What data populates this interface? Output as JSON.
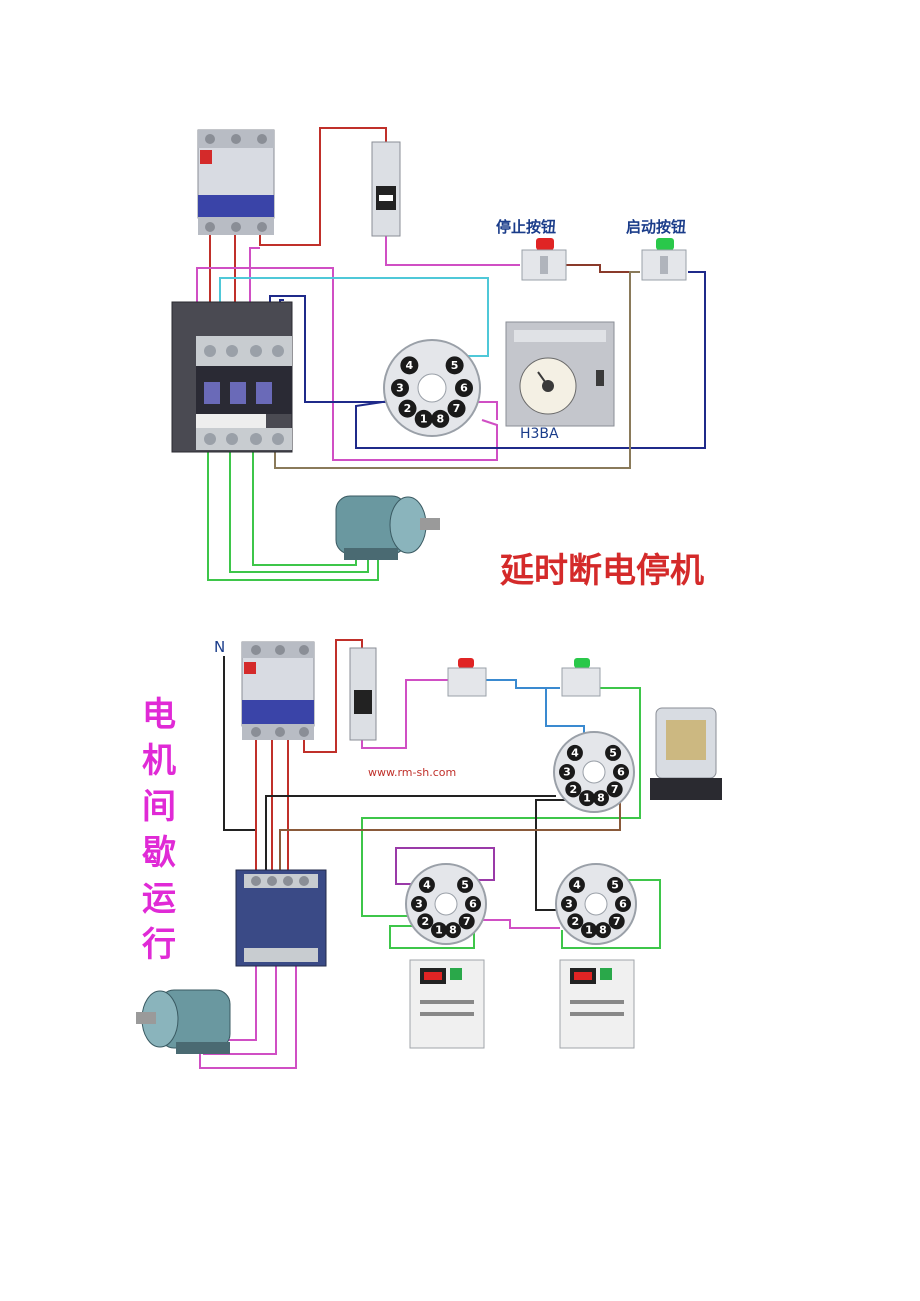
{
  "diagram1": {
    "title": "延时断电停机",
    "stop_button_label": "停止按钮",
    "start_button_label": "启动按钮",
    "timer_model": "H3BA",
    "socket_pins": [
      "1",
      "2",
      "3",
      "4",
      "5",
      "6",
      "7",
      "8"
    ]
  },
  "diagram2": {
    "title_chars": [
      "电",
      "机",
      "间",
      "歇",
      "运",
      "行"
    ],
    "neutral_label": "N",
    "website": "www.rm-sh.com",
    "socket_pins": [
      "1",
      "2",
      "3",
      "4",
      "5",
      "6",
      "7",
      "8"
    ]
  },
  "colors": {
    "title_red": "#d42a2a",
    "title_pink": "#e02ad6",
    "wire_red": "#c0302a",
    "wire_magenta": "#d04fc4",
    "wire_blue": "#1f2a8a",
    "wire_cyan": "#4fc8d8",
    "wire_green": "#3ec64a",
    "wire_olive": "#8a7a5a",
    "wire_brown": "#8a5a3a",
    "wire_black": "#222222",
    "wire_purple": "#9a3aa8"
  }
}
